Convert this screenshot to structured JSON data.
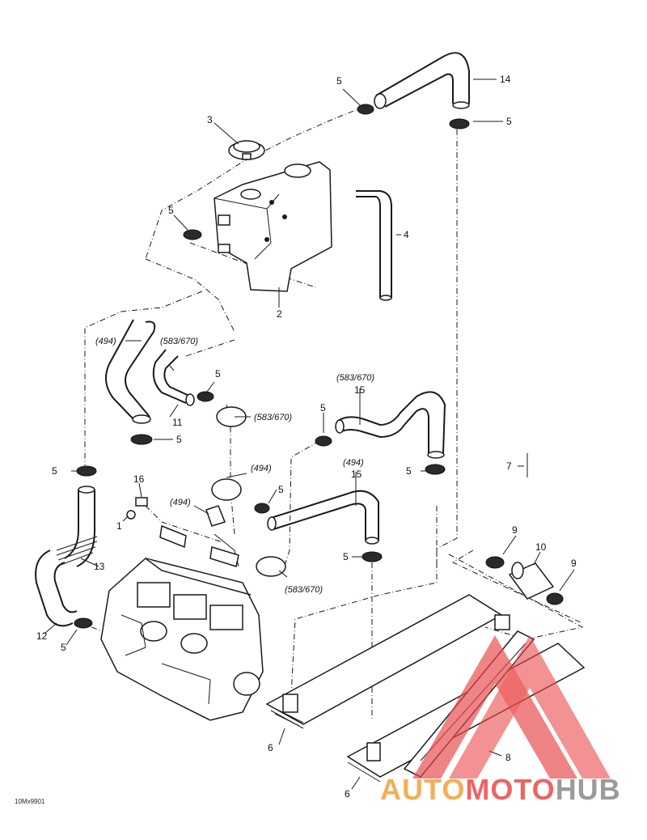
{
  "diagram": {
    "labels": {
      "l1": "1",
      "l2": "2",
      "l3": "3",
      "l4": "4",
      "l5a": "5",
      "l5b": "5",
      "l5c": "5",
      "l5d": "5",
      "l5e": "5",
      "l5f": "5",
      "l5g": "5",
      "l5h": "5",
      "l5i": "5",
      "l5j": "5",
      "l5k": "5",
      "l6a": "6",
      "l6b": "6",
      "l7": "7",
      "l8": "8",
      "l9a": "9",
      "l9b": "9",
      "l10": "10",
      "l11": "11",
      "l12": "12",
      "l13": "13",
      "l14": "14",
      "l15a": "15",
      "l15b": "15",
      "l16": "16"
    },
    "model_notes": {
      "m494a": "(494)",
      "m583a": "(583/670)",
      "m583b": "(583/670)",
      "m583c": "(583/670)",
      "m494b": "(494)",
      "m494c": "(494)",
      "m494d": "(494)",
      "m583d": "(583/670)"
    },
    "figure_code": "10Mx9901"
  },
  "watermark": {
    "part1": "AUTO",
    "part2": "MOTO",
    "part3": "HUB",
    "colors": {
      "orange": "#f2a03c",
      "red": "#ea4a4a",
      "gray": "#8a8a8a"
    }
  }
}
